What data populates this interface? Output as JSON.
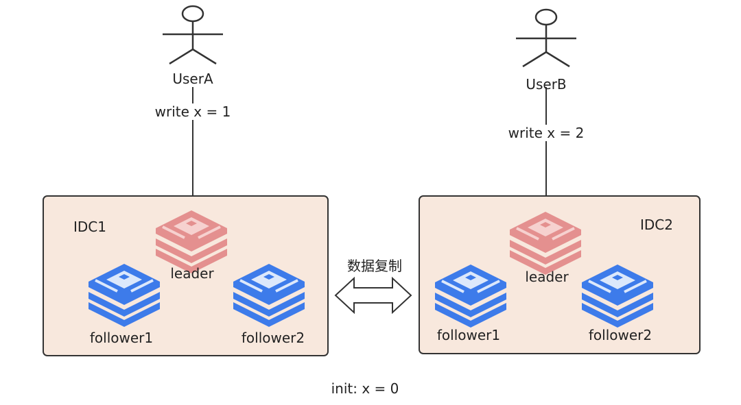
{
  "actors": {
    "user_a": {
      "label": "UserA",
      "action": "write x = 1"
    },
    "user_b": {
      "label": "UserB",
      "action": "write x = 2"
    }
  },
  "idc1": {
    "name": "IDC1",
    "leader": "leader",
    "follower_left": "follower1",
    "follower_right": "follower2"
  },
  "idc2": {
    "name": "IDC2",
    "leader": "leader",
    "follower_left": "follower1",
    "follower_right": "follower2"
  },
  "replication": {
    "label": "数据复制"
  },
  "footer": {
    "init": "init: x = 0"
  },
  "colors": {
    "box_fill": "#f8e8dd",
    "box_stroke": "#333333",
    "leader": "#e4908f",
    "leader_light": "#f6d1cf",
    "follower": "#3d7bea",
    "follower_light": "#dce8fb",
    "line": "#333333"
  }
}
